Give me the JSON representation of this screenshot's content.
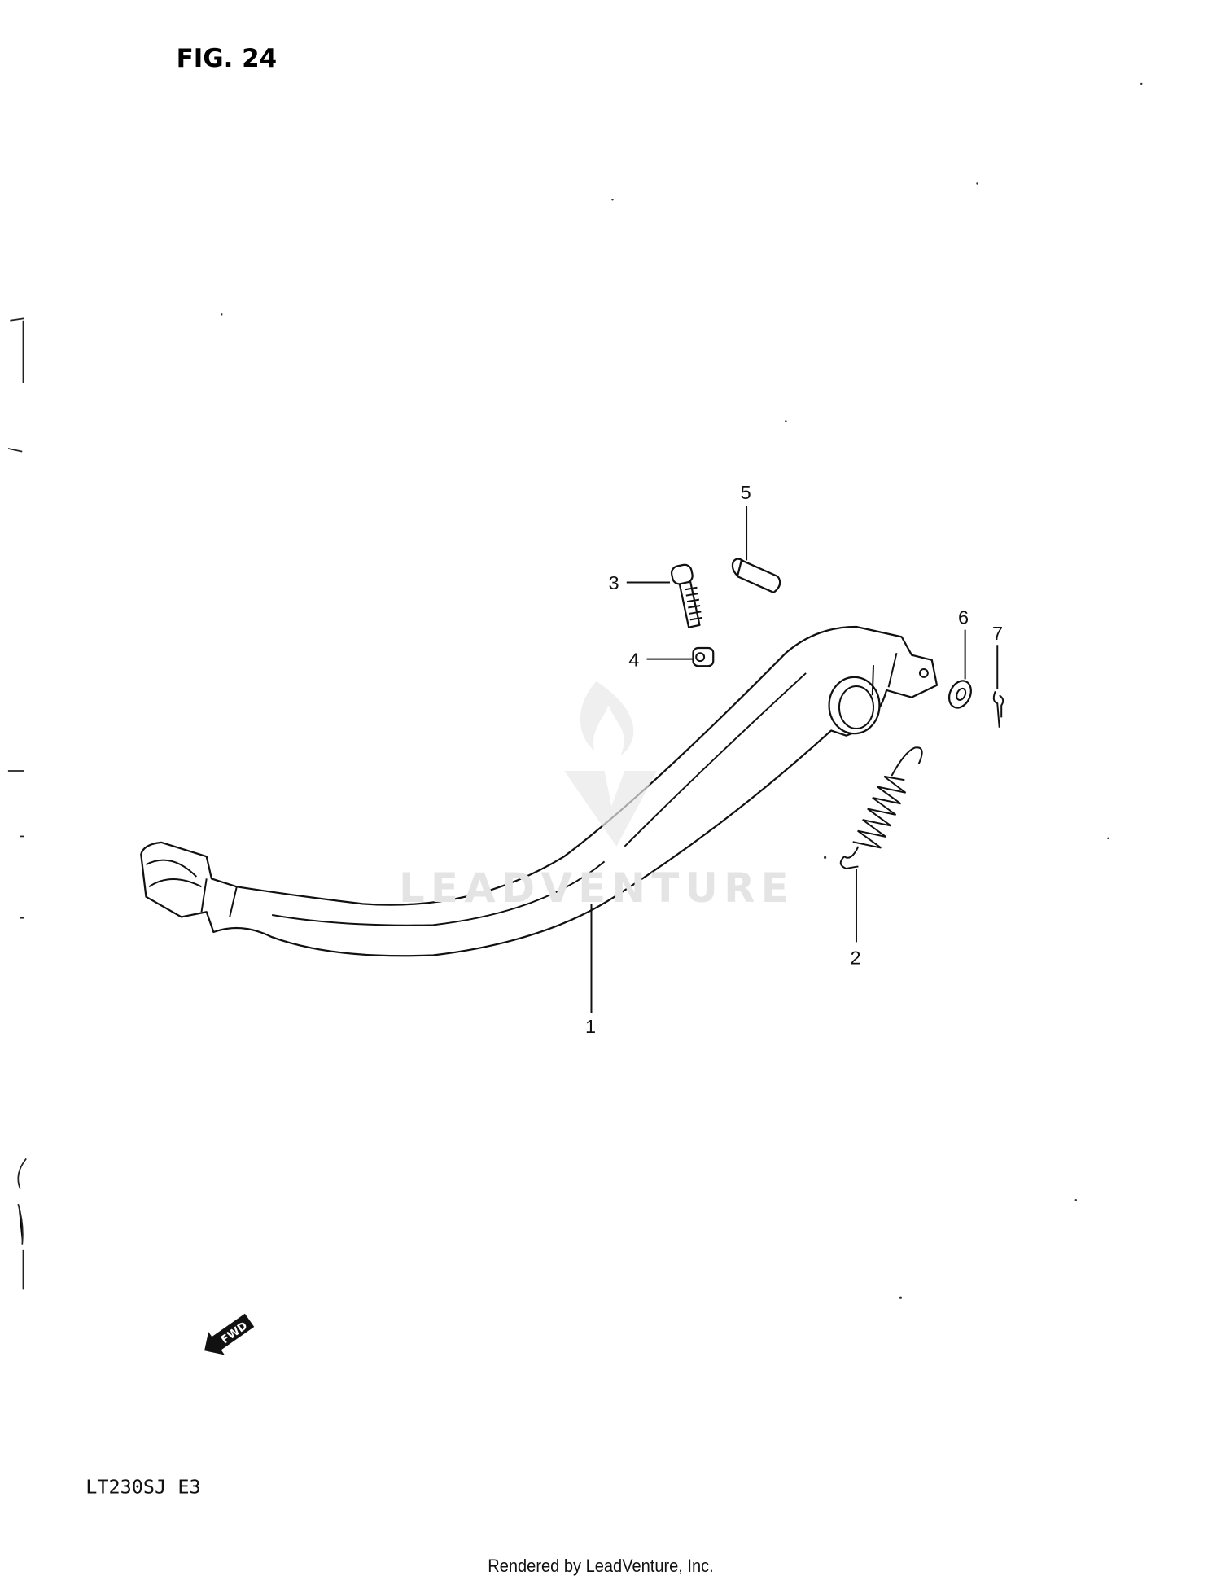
{
  "figure": {
    "title": "FIG. 24"
  },
  "callouts": [
    {
      "number": "1"
    },
    {
      "number": "2"
    },
    {
      "number": "3"
    },
    {
      "number": "4"
    },
    {
      "number": "5"
    },
    {
      "number": "6"
    },
    {
      "number": "7"
    }
  ],
  "direction_marker": {
    "label": "FWD",
    "icon": "forward-arrow-icon"
  },
  "model_code": "LT230SJ E3",
  "watermark": "LEADVENTURE",
  "footer": {
    "credit": "Rendered by LeadVenture, Inc."
  }
}
